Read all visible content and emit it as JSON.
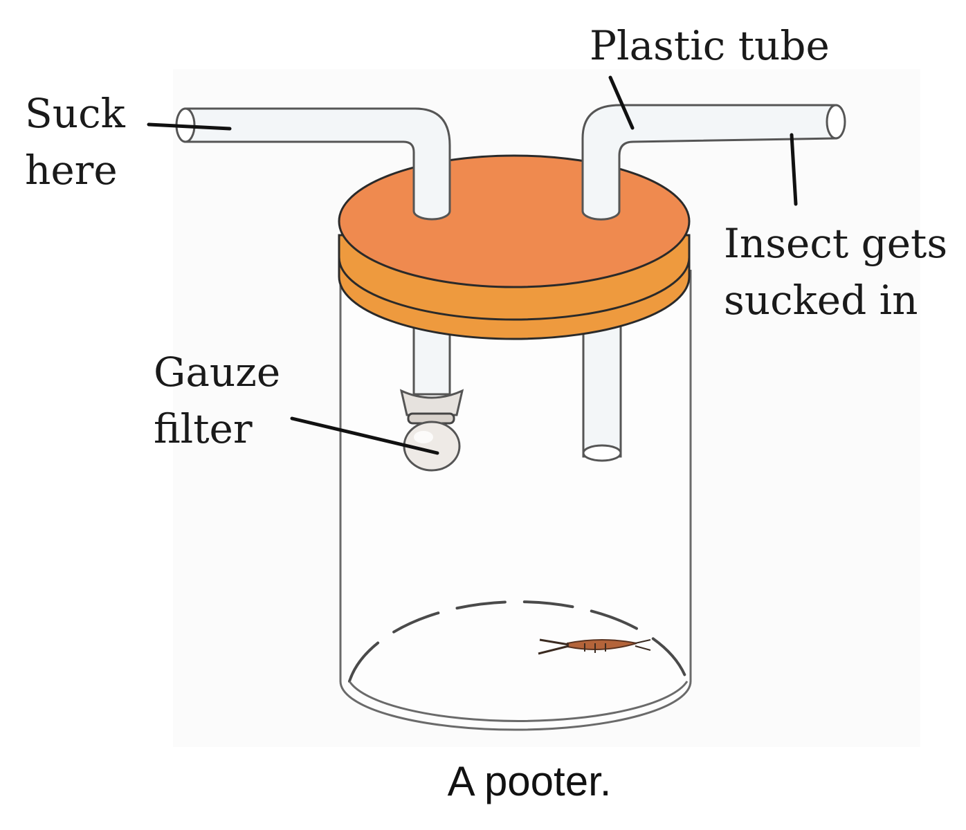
{
  "labels": {
    "suck_here": [
      "Suck",
      "here"
    ],
    "plastic_tube": "Plastic tube",
    "insect_sucked_in": [
      "Insect gets",
      "sucked in"
    ],
    "gauze_filter": [
      "Gauze",
      "filter"
    ]
  },
  "caption": "A pooter.",
  "colors": {
    "lid_top": "#ef8a4f",
    "lid_rim": "#ee9a3e",
    "tube": "#f3f6f8",
    "outline": "#2a2a2a"
  }
}
